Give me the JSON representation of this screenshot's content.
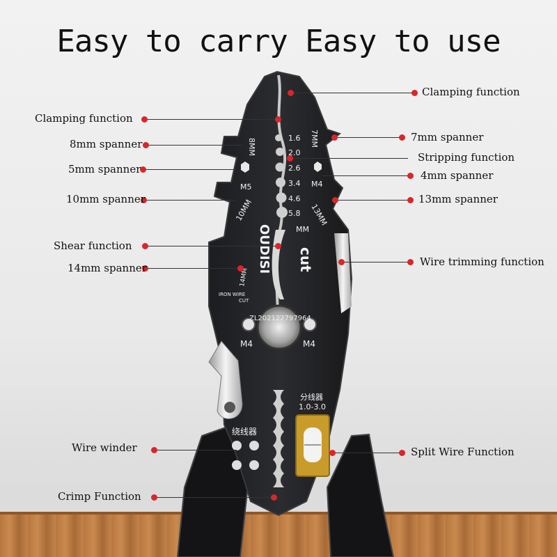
{
  "title": "Easy to carry Easy to use",
  "labels": {
    "clamping_right": "Clamping function",
    "clamping_left": "Clamping function",
    "spanner_8": "8mm spanner",
    "spanner_7": "7mm spanner",
    "stripping": "Stripping function",
    "spanner_5": "5mm spanner",
    "spanner_4": "4mm spanner",
    "spanner_10": "10mm spanner",
    "spanner_13": "13mm spanner",
    "shear": "Shear function",
    "spanner_14": "14mm spanner",
    "wire_trimming": "Wire trimming function",
    "wire_winder": "Wire winder",
    "split_wire": "Split Wire Function",
    "crimp": "Crimp Function"
  },
  "tool_marks": {
    "brand": "OUDISI",
    "cut": "cut",
    "serial": "ZL202122797964",
    "iron_wire": "IRON WIRE",
    "iron_cut": "CUT",
    "gauges": [
      "1.6",
      "2.0",
      "2.6",
      "3.4",
      "4.6",
      "5.8"
    ],
    "mm": "MM",
    "m5": "M5",
    "m4_top": "M4",
    "m4_left": "M4",
    "m4_right": "M4",
    "s8": "8MM",
    "s7": "7MM",
    "s10": "10MM",
    "s13": "13MM",
    "s14": "14MM",
    "split_cn": "分线器",
    "split_range": "1.0-3.0",
    "winder_cn": "绕线器"
  }
}
